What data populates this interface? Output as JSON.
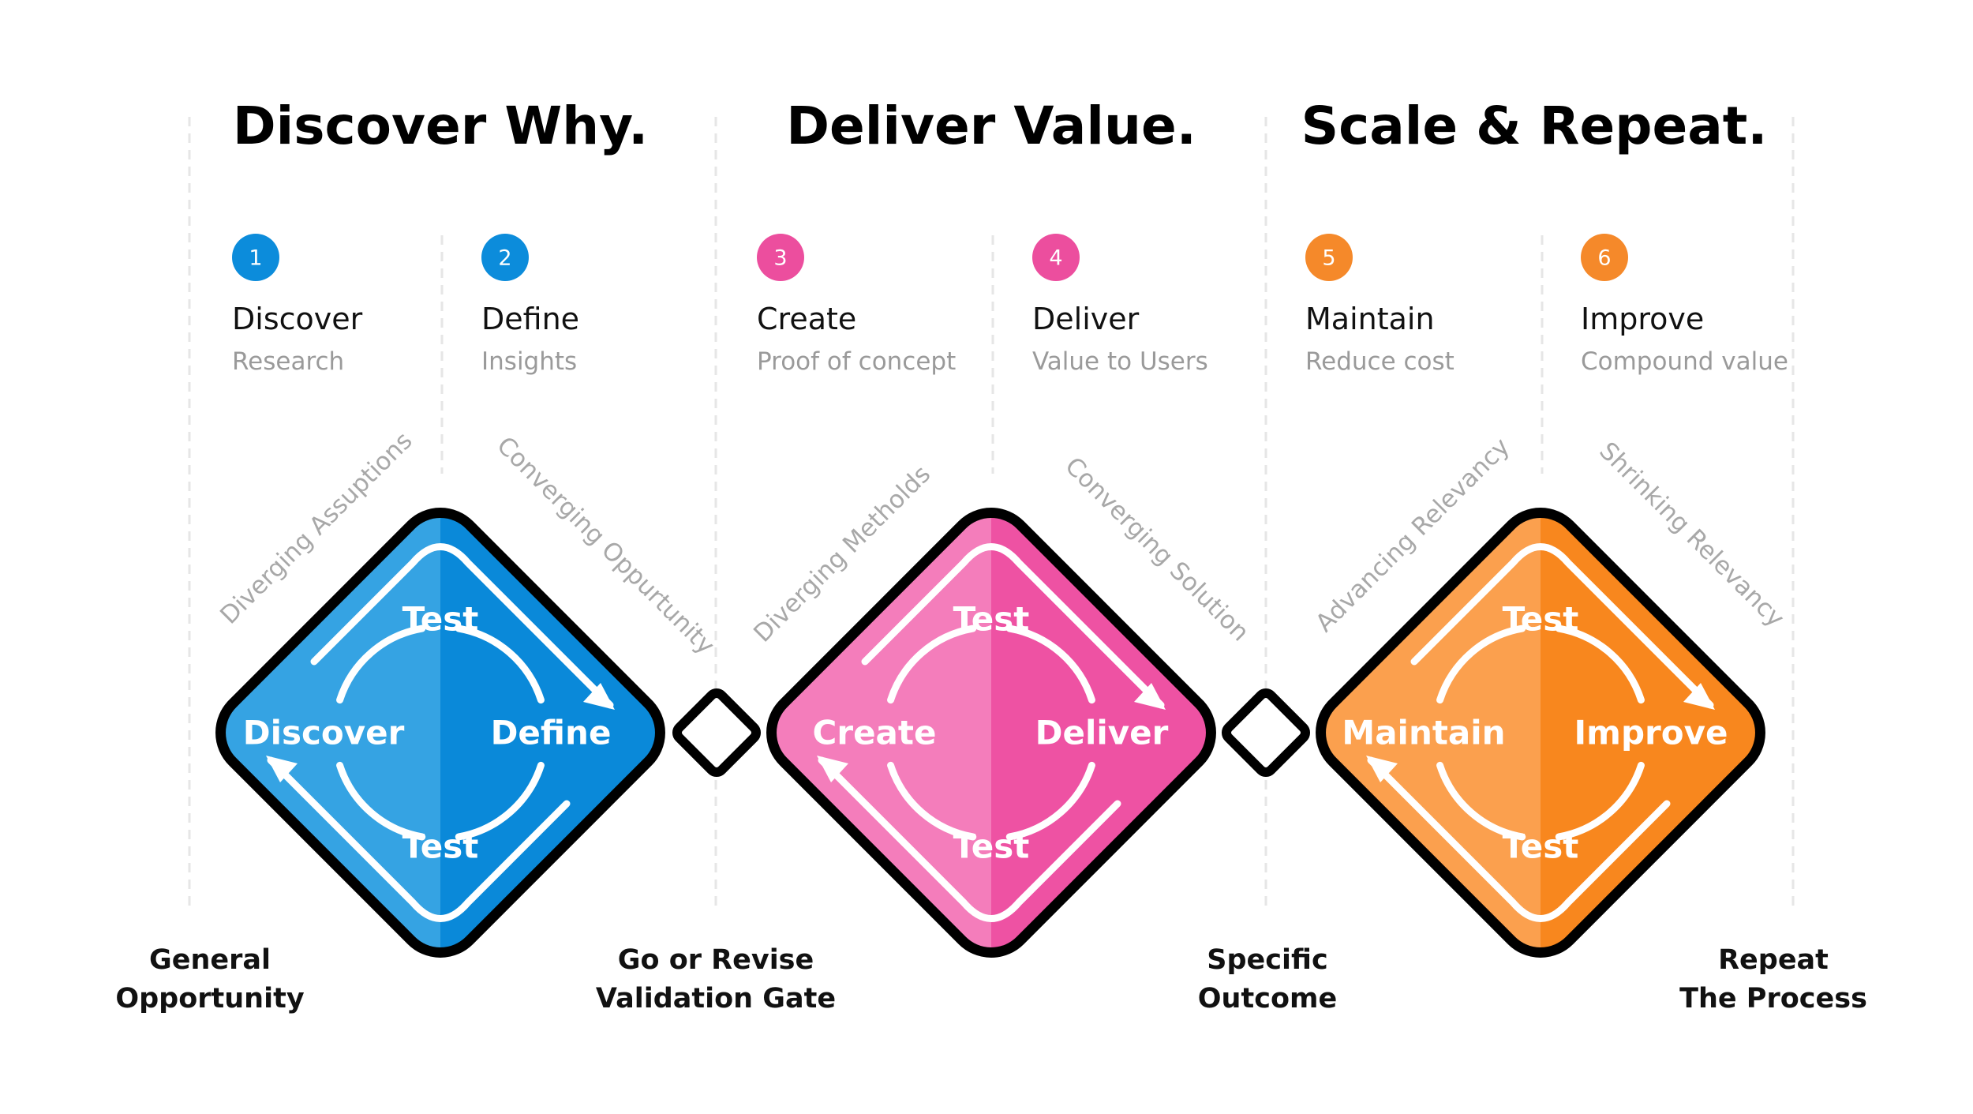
{
  "phases": [
    {
      "title": "Discover Why."
    },
    {
      "title": "Deliver Value."
    },
    {
      "title": "Scale & Repeat."
    }
  ],
  "steps": [
    {
      "number": "1",
      "title": "Discover",
      "subtitle": "Research",
      "color": "#0C8CDB"
    },
    {
      "number": "2",
      "title": "Define",
      "subtitle": "Insights",
      "color": "#0C8CDB"
    },
    {
      "number": "3",
      "title": "Create",
      "subtitle": "Proof of concept",
      "color": "#EC4E9E"
    },
    {
      "number": "4",
      "title": "Deliver",
      "subtitle": "Value to Users",
      "color": "#EC4E9E"
    },
    {
      "number": "5",
      "title": "Maintain",
      "subtitle": "Reduce cost",
      "color": "#F5892A"
    },
    {
      "number": "6",
      "title": "Improve",
      "subtitle": "Compound value",
      "color": "#F5892A"
    }
  ],
  "diamonds": [
    {
      "left_word": "Discover",
      "right_word": "Define",
      "top_word": "Test",
      "bottom_word": "Test",
      "diag_left": "Diverging Assuptions",
      "diag_right": "Converging Oppurtunity",
      "color_light": "#35A3E3",
      "color_dark": "#0A89D9"
    },
    {
      "left_word": "Create",
      "right_word": "Deliver",
      "top_word": "Test",
      "bottom_word": "Test",
      "diag_left": "Diverging Metholds",
      "diag_right": "Converging Solution",
      "color_light": "#F47DBB",
      "color_dark": "#EE52A3"
    },
    {
      "left_word": "Maintain",
      "right_word": "Improve",
      "top_word": "Test",
      "bottom_word": "Test",
      "diag_left": "Advancing Relevancy",
      "diag_right": "Shrinking Relevancy",
      "color_light": "#FBA04E",
      "color_dark": "#F8871E"
    }
  ],
  "bottom_labels": [
    {
      "line1": "General",
      "line2": "Opportunity"
    },
    {
      "line1": "Go or Revise",
      "line2": "Validation Gate"
    },
    {
      "line1": "Specific",
      "line2": "Outcome"
    },
    {
      "line1": "Repeat",
      "line2": "The Process"
    }
  ]
}
